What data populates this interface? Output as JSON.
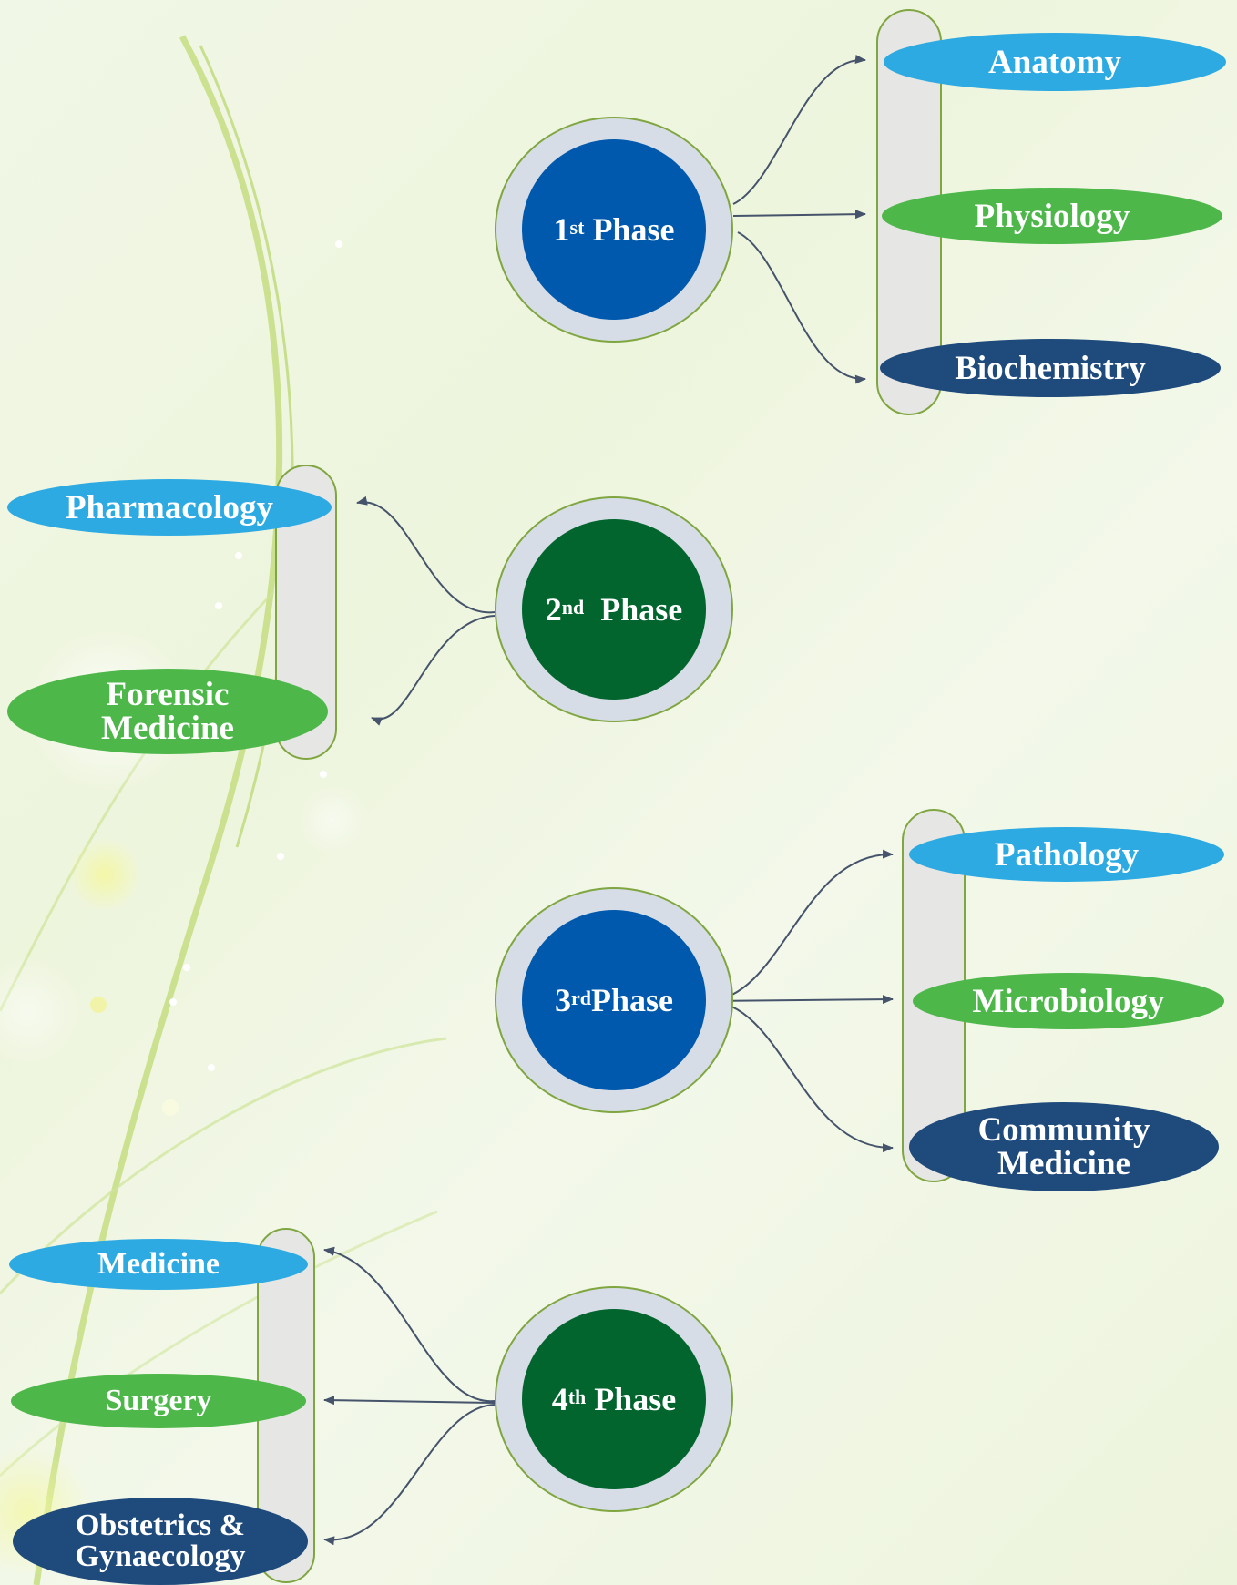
{
  "colors": {
    "light_blue": "#2eaae3",
    "green": "#4db74a",
    "navy": "#1e4a7c",
    "phase_blue": "#0059ac",
    "phase_green": "#02652e",
    "ring": "#d7dde6",
    "bracket": "#e6e6e4",
    "outline": "#7fa640",
    "arrow": "#45536b"
  },
  "phases": [
    {
      "number": "1",
      "suffix": "st",
      "label": "Phase",
      "subjects": [
        "Anatomy",
        "Physiology",
        "Biochemistry"
      ]
    },
    {
      "number": "2",
      "suffix": "nd",
      "label": "Phase",
      "subjects": [
        "Pharmacology",
        "Forensic Medicine"
      ]
    },
    {
      "number": "3",
      "suffix": "rd",
      "label": "Phase",
      "subjects": [
        "Pathology",
        "Microbiology",
        "Community Medicine"
      ]
    },
    {
      "number": "4",
      "suffix": "th",
      "label": "Phase",
      "subjects": [
        "Medicine",
        "Surgery",
        "Obstetrics & Gynaecology"
      ]
    }
  ]
}
